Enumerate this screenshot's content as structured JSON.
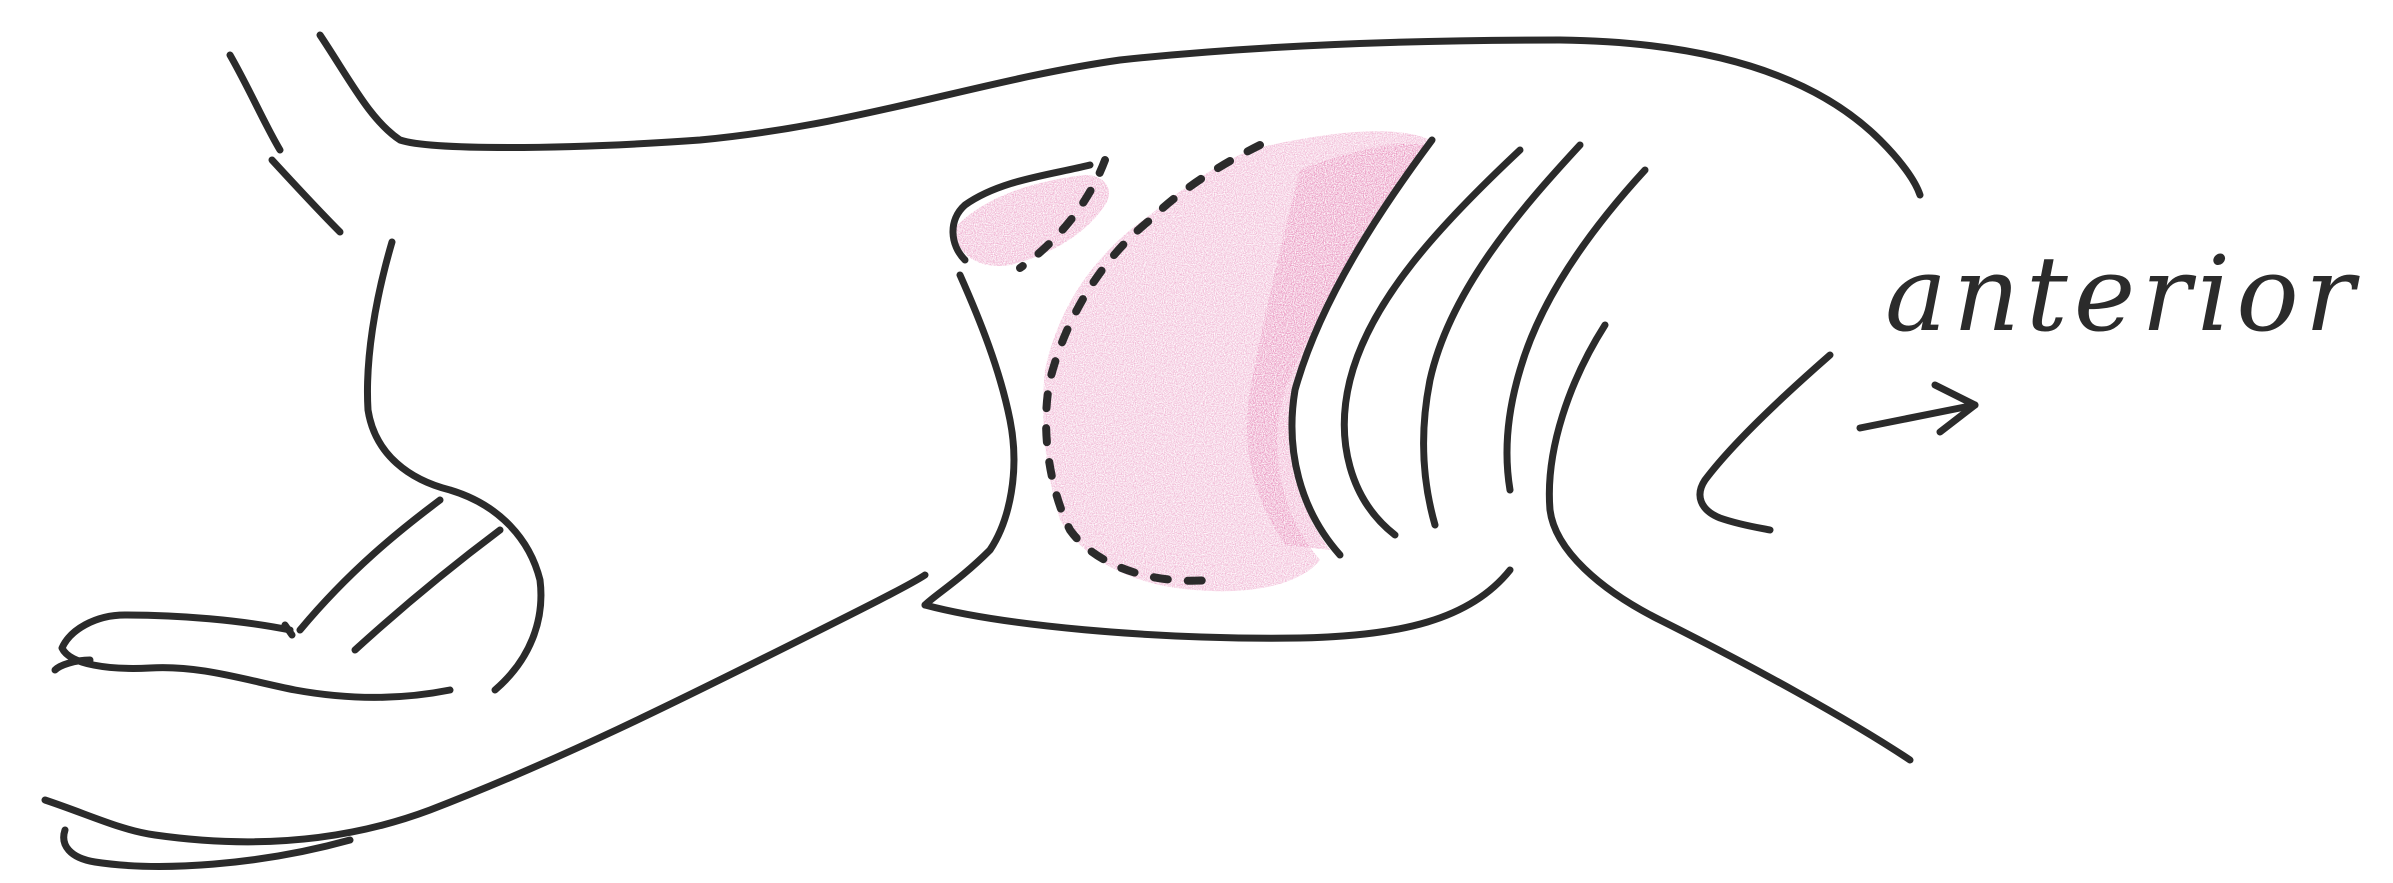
{
  "diagram": {
    "direction_label": "anterior",
    "colors": {
      "ink": "#2b2b2b",
      "highlight": "#d9438f",
      "background": "#ffffff"
    },
    "parts": [
      "arm-outline",
      "forearm",
      "hand",
      "shoulder",
      "highlighted-muscle-region",
      "ribs",
      "direction-arrow"
    ]
  }
}
